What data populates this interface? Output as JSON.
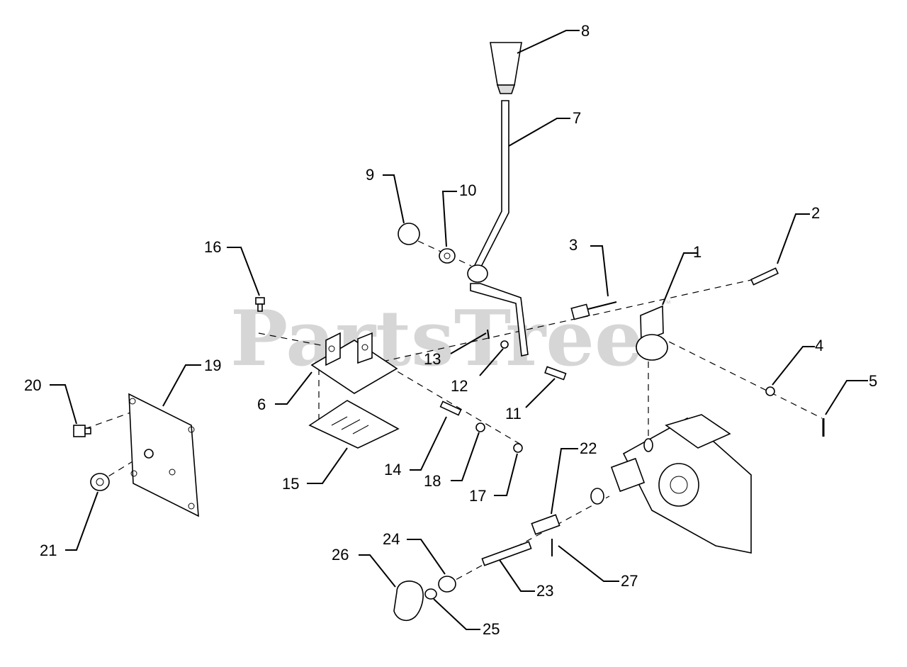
{
  "watermark": {
    "text": "PartsTree",
    "trademark": "™"
  },
  "callouts": [
    {
      "id": "1",
      "text": "1"
    },
    {
      "id": "2",
      "text": "2"
    },
    {
      "id": "3",
      "text": "3"
    },
    {
      "id": "4",
      "text": "4"
    },
    {
      "id": "5",
      "text": "5"
    },
    {
      "id": "6",
      "text": "6"
    },
    {
      "id": "7",
      "text": "7"
    },
    {
      "id": "8",
      "text": "8"
    },
    {
      "id": "9",
      "text": "9"
    },
    {
      "id": "10",
      "text": "10"
    },
    {
      "id": "11",
      "text": "11"
    },
    {
      "id": "12",
      "text": "12"
    },
    {
      "id": "13",
      "text": "13"
    },
    {
      "id": "14",
      "text": "14"
    },
    {
      "id": "15",
      "text": "15"
    },
    {
      "id": "16",
      "text": "16"
    },
    {
      "id": "17",
      "text": "17"
    },
    {
      "id": "18",
      "text": "18"
    },
    {
      "id": "19",
      "text": "19"
    },
    {
      "id": "20",
      "text": "20"
    },
    {
      "id": "21",
      "text": "21"
    },
    {
      "id": "22",
      "text": "22"
    },
    {
      "id": "23",
      "text": "23"
    },
    {
      "id": "24",
      "text": "24"
    },
    {
      "id": "25",
      "text": "25"
    },
    {
      "id": "26",
      "text": "26"
    },
    {
      "id": "27",
      "text": "27"
    }
  ]
}
